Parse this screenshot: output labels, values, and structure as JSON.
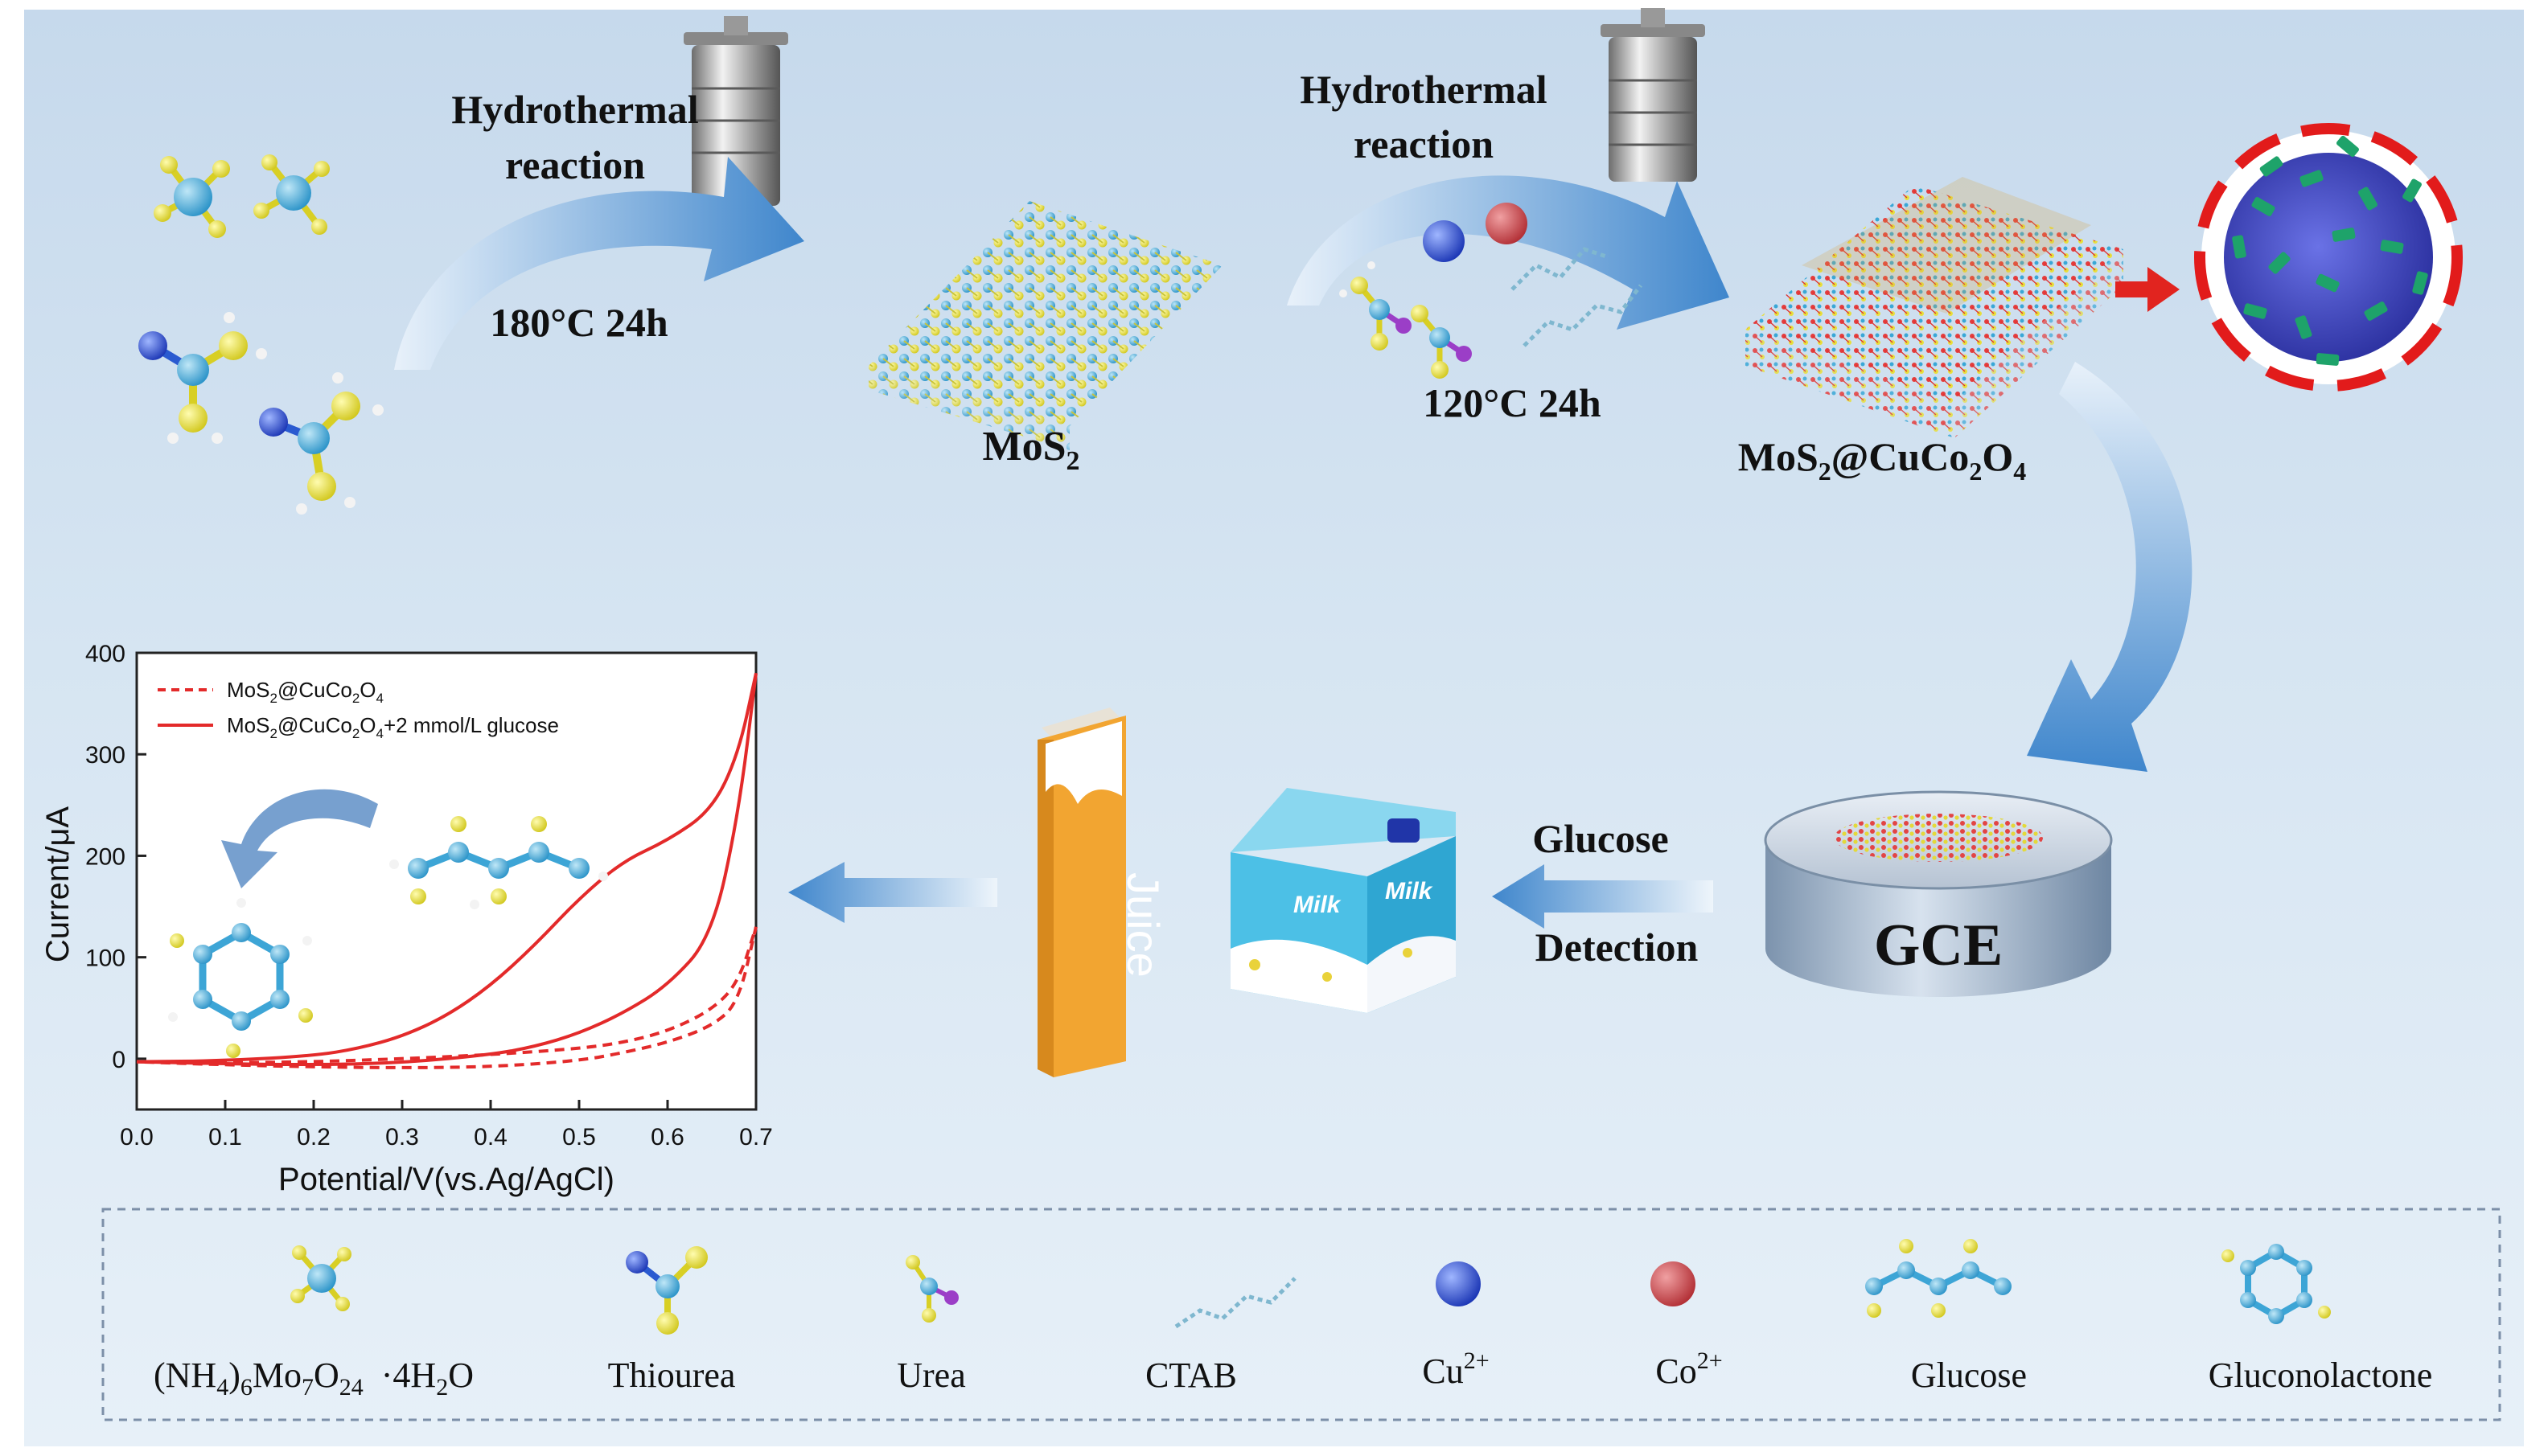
{
  "steps": {
    "step1_line1": "Hydrothermal",
    "step1_line2": "reaction",
    "step1_condition": "180°C 24h",
    "step2_line1": "Hydrothermal",
    "step2_line2": "reaction",
    "step2_condition": "120°C 24h",
    "detect_line1": "Glucose",
    "detect_line2": "Detection"
  },
  "labels": {
    "mos2_base": "MoS",
    "mos2_sub": "2",
    "composite": [
      "MoS",
      "2",
      "@CuCo",
      "2",
      "O",
      "4"
    ],
    "gce": "GCE",
    "juice": "Juice",
    "milk1": "Milk",
    "milk2": "Milk"
  },
  "chart_data": {
    "type": "line",
    "xlabel": "Potential/V(vs.Ag/AgCl)",
    "ylabel": "Current/μA",
    "xlim": [
      0.0,
      0.7
    ],
    "ylim": [
      -50,
      400
    ],
    "xticks": [
      "0.0",
      "0.1",
      "0.2",
      "0.3",
      "0.4",
      "0.5",
      "0.6",
      "0.7"
    ],
    "yticks": [
      "0",
      "100",
      "200",
      "300",
      "400"
    ],
    "legend_position": "top-left",
    "series": [
      {
        "name": "MoS2@CuCo2O4",
        "legend_parts": [
          "MoS",
          "2",
          "@CuCo",
          "2",
          "O",
          "4",
          ""
        ],
        "style": "dashed",
        "color": "#e32a2a",
        "forward": {
          "x": [
            0.0,
            0.1,
            0.2,
            0.3,
            0.4,
            0.5,
            0.55,
            0.6,
            0.65,
            0.68,
            0.7
          ],
          "y": [
            -3,
            -4,
            -3,
            0,
            4,
            10,
            16,
            27,
            48,
            75,
            130
          ]
        },
        "reverse": {
          "x": [
            0.7,
            0.68,
            0.65,
            0.6,
            0.55,
            0.5,
            0.4,
            0.3,
            0.2,
            0.1,
            0.0
          ],
          "y": [
            130,
            55,
            32,
            16,
            6,
            -2,
            -8,
            -9,
            -8,
            -6,
            -3
          ]
        }
      },
      {
        "name": "MoS2@CuCo2O4+2 mmol/L glucose",
        "legend_parts": [
          "MoS",
          "2",
          "@CuCo",
          "2",
          "O",
          "4",
          "+2 mmol/L glucose"
        ],
        "style": "solid",
        "color": "#e32a2a",
        "forward": {
          "x": [
            0.0,
            0.1,
            0.2,
            0.25,
            0.3,
            0.35,
            0.4,
            0.45,
            0.5,
            0.55,
            0.6,
            0.65,
            0.68,
            0.7
          ],
          "y": [
            -3,
            -2,
            3,
            10,
            22,
            42,
            72,
            112,
            158,
            195,
            215,
            245,
            300,
            380
          ]
        },
        "reverse": {
          "x": [
            0.7,
            0.68,
            0.65,
            0.6,
            0.55,
            0.5,
            0.45,
            0.4,
            0.3,
            0.2,
            0.1,
            0.0
          ],
          "y": [
            380,
            240,
            120,
            72,
            45,
            25,
            12,
            4,
            -4,
            -6,
            -5,
            -3
          ]
        }
      }
    ]
  },
  "legend_items": [
    {
      "parts": [
        "(NH",
        "4",
        ")",
        "6",
        "Mo",
        "7",
        "O",
        "24",
        "  ·4H",
        "2",
        "O"
      ]
    },
    {
      "text": "Thiourea"
    },
    {
      "text": "Urea"
    },
    {
      "text": "CTAB"
    },
    {
      "text": "Cu",
      "sup": "2+"
    },
    {
      "text": "Co",
      "sup": "2+"
    },
    {
      "text": "Glucose"
    },
    {
      "text": "Gluconolactone"
    }
  ],
  "colors": {
    "background_top": "#c9dcee",
    "background_bottom": "#e4eef7",
    "arrow_blue": "#4a8ed0",
    "curve_red": "#e32a2a",
    "mo_blue": "#3fa9d9",
    "sulfur_yellow": "#e9e235",
    "cu_blue": "#2446c8",
    "co_red": "#c9474c",
    "juice_orange": "#f2a531",
    "milk_blue": "#4cc0e6"
  }
}
